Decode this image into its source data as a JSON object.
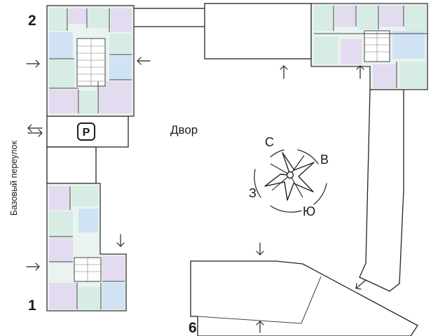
{
  "buildings": {
    "b1": {
      "number": "1"
    },
    "b2": {
      "number": "2"
    },
    "b6": {
      "number": "6"
    }
  },
  "parking": {
    "label": "P"
  },
  "yard": {
    "label": "Двор"
  },
  "street": {
    "label": "Базовый переулок"
  },
  "compass": {
    "north": "С",
    "east": "В",
    "south": "Ю",
    "west": "З"
  },
  "colors": {
    "room_green": "#d6ece4",
    "room_purple": "#e3dbef",
    "room_blue": "#cfe3f4",
    "outline": "#222222"
  },
  "icons": [
    "entrance-arrow-icon",
    "compass-rose-icon",
    "parking-sign-icon"
  ]
}
